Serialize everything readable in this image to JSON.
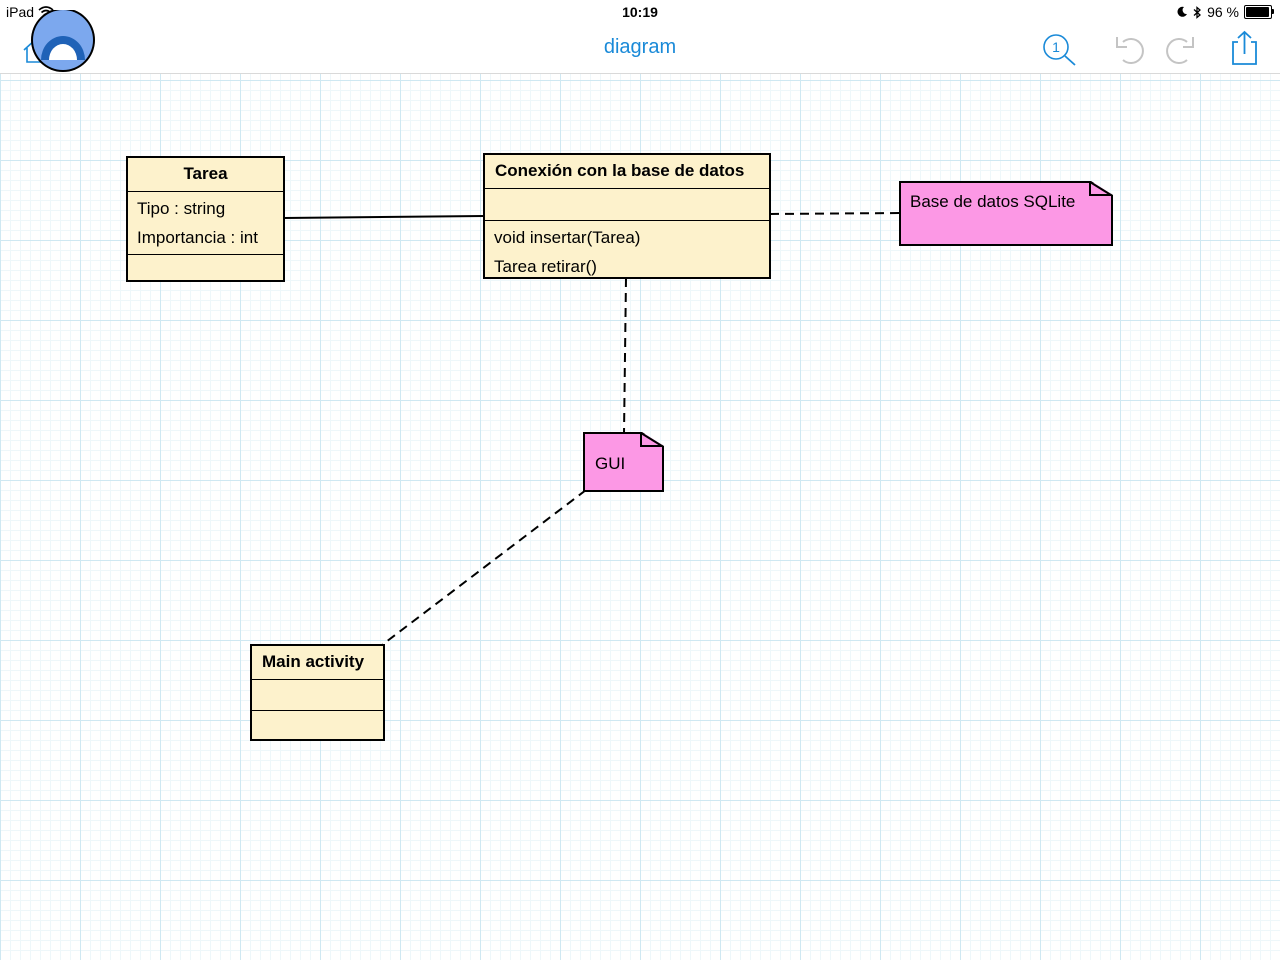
{
  "status": {
    "device": "iPad",
    "time": "10:19",
    "battery": "96 %",
    "battery_level": 0.96
  },
  "nav": {
    "title": "diagram",
    "zoom_label": "1"
  },
  "colors": {
    "accent": "#1a8ad8",
    "class_fill": "#fdf2cc",
    "note_fill": "#fc98e5"
  },
  "diagram": {
    "classes": {
      "tarea": {
        "name": "Tarea",
        "attributes": [
          "Tipo : string",
          "Importancia : int"
        ],
        "methods": []
      },
      "conexion": {
        "name": "Conexión con la base de datos",
        "attributes": [],
        "methods": [
          "void insertar(Tarea)",
          "Tarea retirar()"
        ]
      },
      "main": {
        "name": "Main activity",
        "attributes": [],
        "methods": []
      }
    },
    "notes": {
      "sqlite": {
        "text": "Base de datos SQLite"
      },
      "gui": {
        "text": "GUI"
      }
    }
  }
}
